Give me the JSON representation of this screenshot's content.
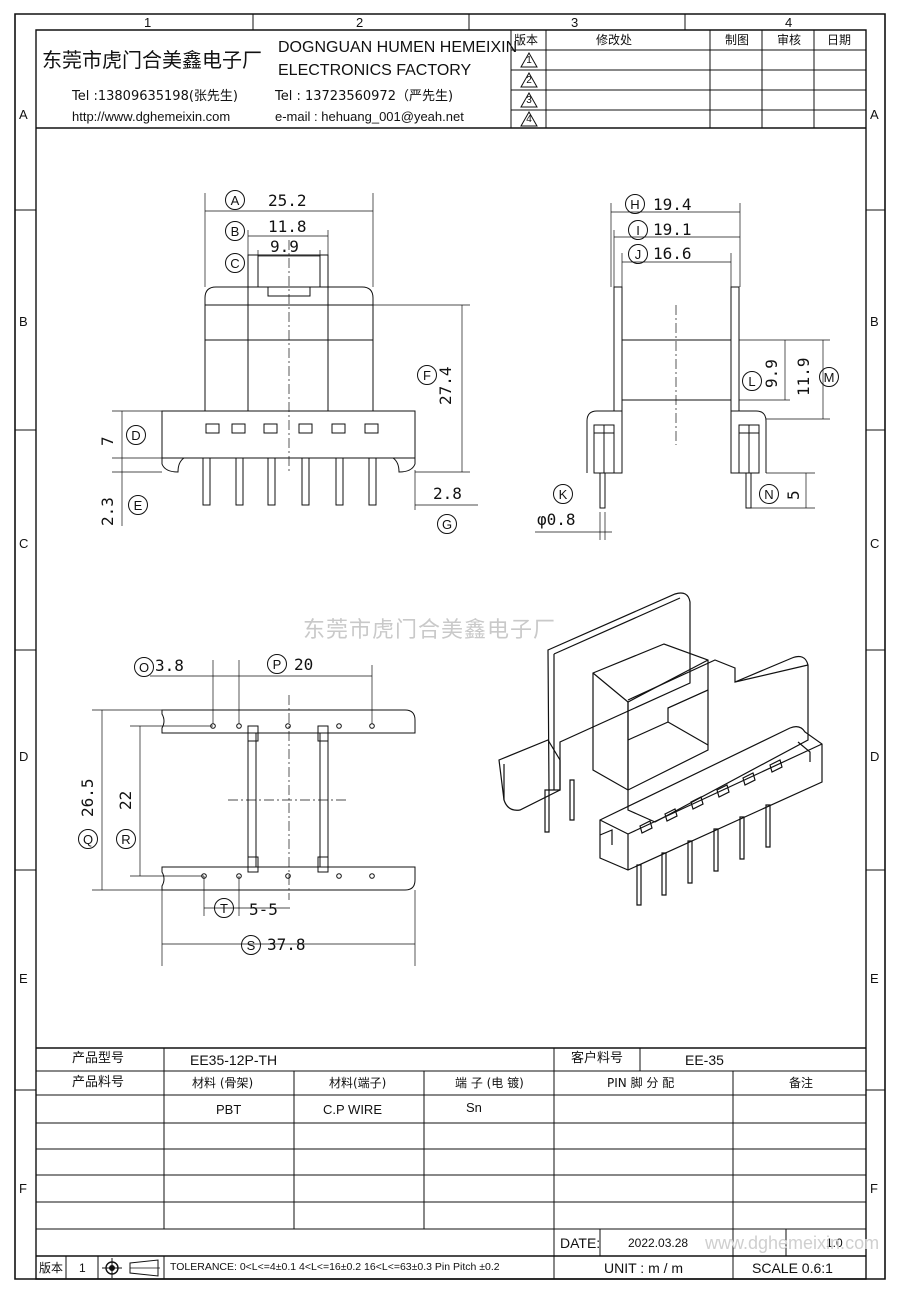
{
  "grid": {
    "columns": [
      "1",
      "2",
      "3",
      "4"
    ],
    "rows": [
      "A",
      "B",
      "C",
      "D",
      "E",
      "F"
    ]
  },
  "company": {
    "name_cn": "东莞市虎门合美鑫电子厂",
    "name_en_1": "DOGNGUAN HUMEN HEMEIXIN",
    "name_en_2": "ELECTRONICS FACTORY",
    "tel_1": "Tel :13809635198(张先生)",
    "tel_2": "Tel : 13723560972（严先生)",
    "website": "http://www.dghemeixin.com",
    "email": "e-mail : hehuang_001@yeah.net"
  },
  "revision_table": {
    "headers": [
      "版本",
      "修改处",
      "制图",
      "审核",
      "日期"
    ],
    "revisions": [
      "1",
      "2",
      "3",
      "4"
    ]
  },
  "dimensions": {
    "A": "25.2",
    "B": "11.8",
    "C": "9.9",
    "D": "7",
    "E": "2.3",
    "F": "27.4",
    "G": "2.8",
    "H": "19.4",
    "I": "19.1",
    "J": "16.6",
    "K": "φ0.8",
    "L": "9.9",
    "M": "11.9",
    "N": "5",
    "O": "3.8",
    "P": "20",
    "Q": "26.5",
    "R": "22",
    "S": "37.8",
    "T": "5-5"
  },
  "watermark_center": "东莞市虎门合美鑫电子厂",
  "info_table": {
    "product_model_label": "产品型号",
    "product_model": "EE35-12P-TH",
    "customer_part_label": "客户料号",
    "customer_part": "EE-35",
    "product_number_label": "产品料号",
    "col_headers": [
      "材料 (骨架)",
      "材料(端子)",
      "端 子 (电 镀)",
      "PIN 脚 分 配",
      "备注"
    ],
    "materials": [
      "PBT",
      "C.P WIRE",
      "Sn"
    ]
  },
  "footer": {
    "version_label": "版本",
    "version": "1",
    "tolerance": "TOLERANCE:  0<L<=4±0.1   4<L<=16±0.2   16<L<=63±0.3   Pin Pitch  ±0.2",
    "date_label": "DATE:",
    "date": "2022.03.28",
    "unit": "UNIT : m / m",
    "scale": "SCALE  0.6:1",
    "page": "1.0",
    "watermark_bottom": "www.dghemeixin.com"
  }
}
